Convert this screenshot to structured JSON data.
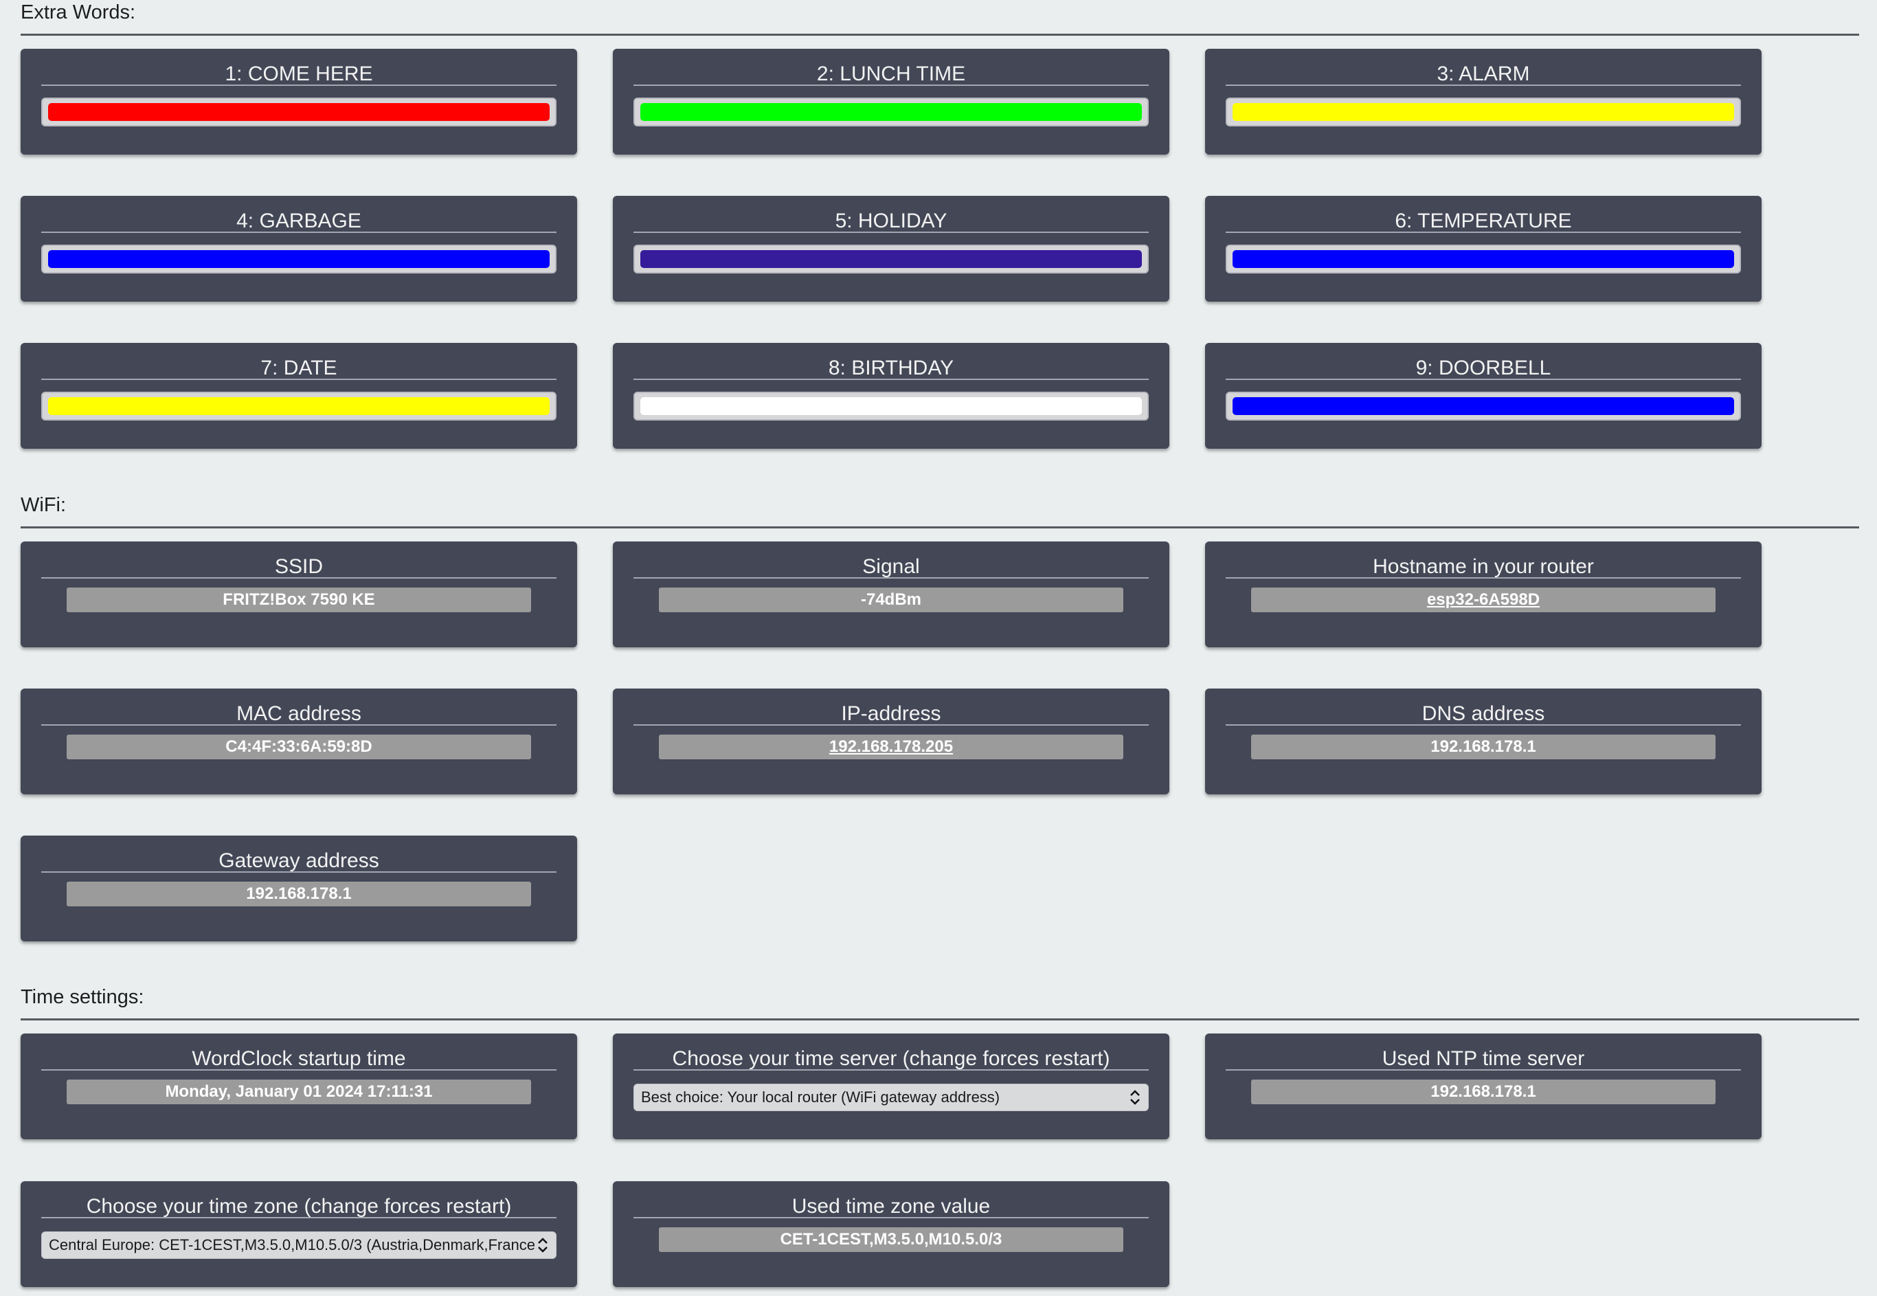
{
  "sections": {
    "extra_words": "Extra Words:",
    "wifi": "WiFi:",
    "time": "Time settings:"
  },
  "extra_words": [
    {
      "label": "1: COME HERE",
      "color": "#ff0000"
    },
    {
      "label": "2: LUNCH TIME",
      "color": "#00ff00"
    },
    {
      "label": "3: ALARM",
      "color": "#ffff00"
    },
    {
      "label": "4: GARBAGE",
      "color": "#0000ff"
    },
    {
      "label": "5: HOLIDAY",
      "color": "#361b9b"
    },
    {
      "label": "6: TEMPERATURE",
      "color": "#0000ff"
    },
    {
      "label": "7: DATE",
      "color": "#ffff00"
    },
    {
      "label": "8: BIRTHDAY",
      "color": "#ffffff"
    },
    {
      "label": "9: DOORBELL",
      "color": "#0000ff"
    }
  ],
  "wifi": {
    "ssid": {
      "label": "SSID",
      "value": "FRITZ!Box 7590 KE"
    },
    "signal": {
      "label": "Signal",
      "value": "-74dBm"
    },
    "hostname": {
      "label": "Hostname in your router",
      "value": "esp32-6A598D"
    },
    "mac": {
      "label": "MAC address",
      "value": "C4:4F:33:6A:59:8D"
    },
    "ip": {
      "label": "IP-address",
      "value": "192.168.178.205"
    },
    "dns": {
      "label": "DNS address",
      "value": "192.168.178.1"
    },
    "gateway": {
      "label": "Gateway address",
      "value": "192.168.178.1"
    }
  },
  "time": {
    "startup": {
      "label": "WordClock startup time",
      "value": "Monday, January 01 2024 17:11:31"
    },
    "time_server": {
      "label": "Choose your time server (change forces restart)",
      "selected": "Best choice: Your local router (WiFi gateway address)"
    },
    "ntp": {
      "label": "Used NTP time server",
      "value": "192.168.178.1"
    },
    "time_zone": {
      "label": "Choose your time zone (change forces restart)",
      "selected": "Central Europe: CET-1CEST,M3.5.0,M10.5.0/3 (Austria,Denmark,France"
    },
    "tz_value": {
      "label": "Used time zone value",
      "value": "CET-1CEST,M3.5.0,M10.5.0/3"
    }
  }
}
